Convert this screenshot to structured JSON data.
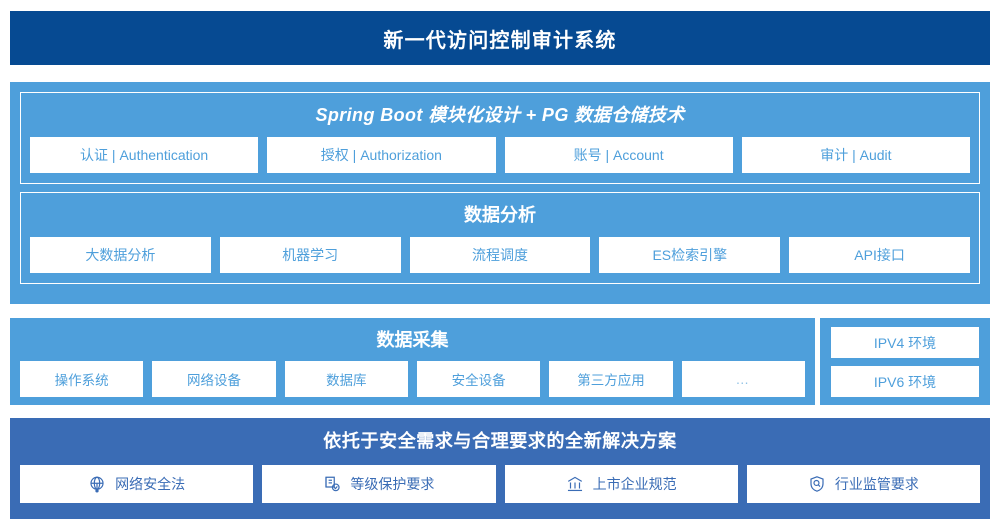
{
  "header": {
    "title": "新一代访问控制审计系统"
  },
  "platform": {
    "spring": {
      "title": "Spring Boot 模块化设计 + PG 数据仓储技术",
      "cards": [
        {
          "label": "认证 | Authentication"
        },
        {
          "label": "授权 | Authorization"
        },
        {
          "label": "账号 | Account"
        },
        {
          "label": "审计 | Audit"
        }
      ]
    },
    "analysis": {
      "title": "数据分析",
      "cards": [
        {
          "label": "大数据分析"
        },
        {
          "label": "机器学习"
        },
        {
          "label": "流程调度"
        },
        {
          "label": "ES检索引擎"
        },
        {
          "label": "API接口"
        }
      ]
    }
  },
  "collection": {
    "title": "数据采集",
    "cards": [
      {
        "label": "操作系统"
      },
      {
        "label": "网络设备"
      },
      {
        "label": "数据库"
      },
      {
        "label": "安全设备"
      },
      {
        "label": "第三方应用"
      },
      {
        "label": "…"
      }
    ]
  },
  "environment": {
    "items": [
      {
        "label": "IPV4 环境"
      },
      {
        "label": "IPV6 环境"
      }
    ]
  },
  "solution": {
    "title": "依托于安全需求与合理要求的全新解决方案",
    "cards": [
      {
        "label": "网络安全法",
        "icon": "globe-icon"
      },
      {
        "label": "等级保护要求",
        "icon": "document-check-icon"
      },
      {
        "label": "上市企业规范",
        "icon": "bank-icon"
      },
      {
        "label": "行业监管要求",
        "icon": "shield-search-icon"
      }
    ]
  },
  "colors": {
    "header_blue": "#064A92",
    "body_blue": "#4E9FDB",
    "solution_blue": "#3A6CB5",
    "card_white": "#FFFFFF"
  }
}
